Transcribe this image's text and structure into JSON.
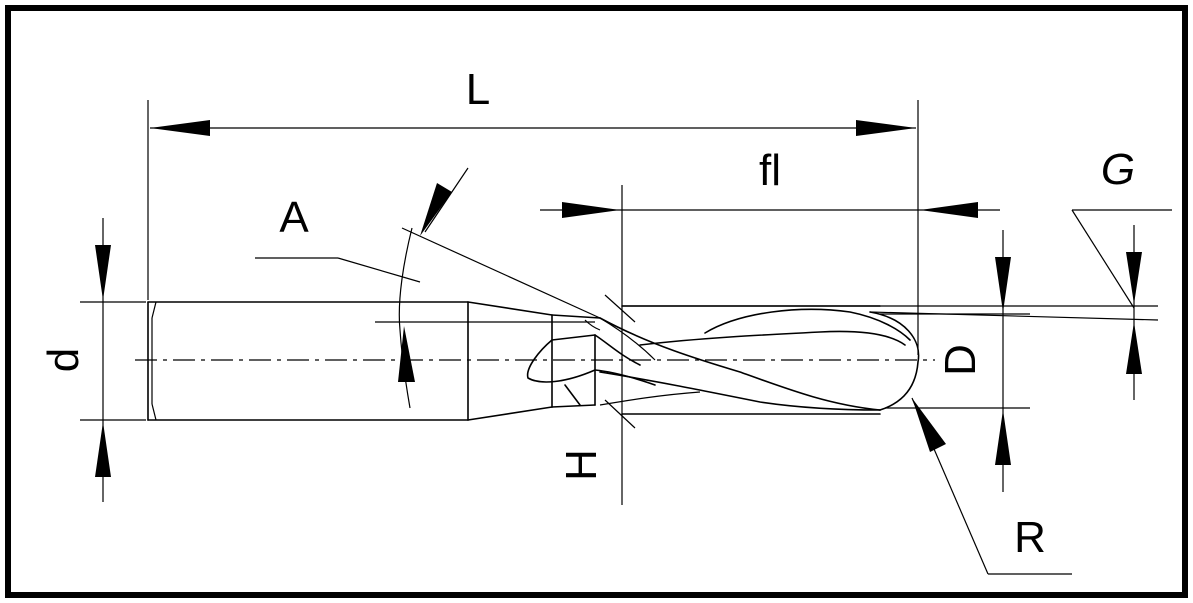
{
  "labels": {
    "overall_length": "L",
    "flute_length": "fl",
    "angle": "A",
    "shank_diameter": "d",
    "diameter": "D",
    "radius": "R",
    "height": "H",
    "gap": "G"
  }
}
